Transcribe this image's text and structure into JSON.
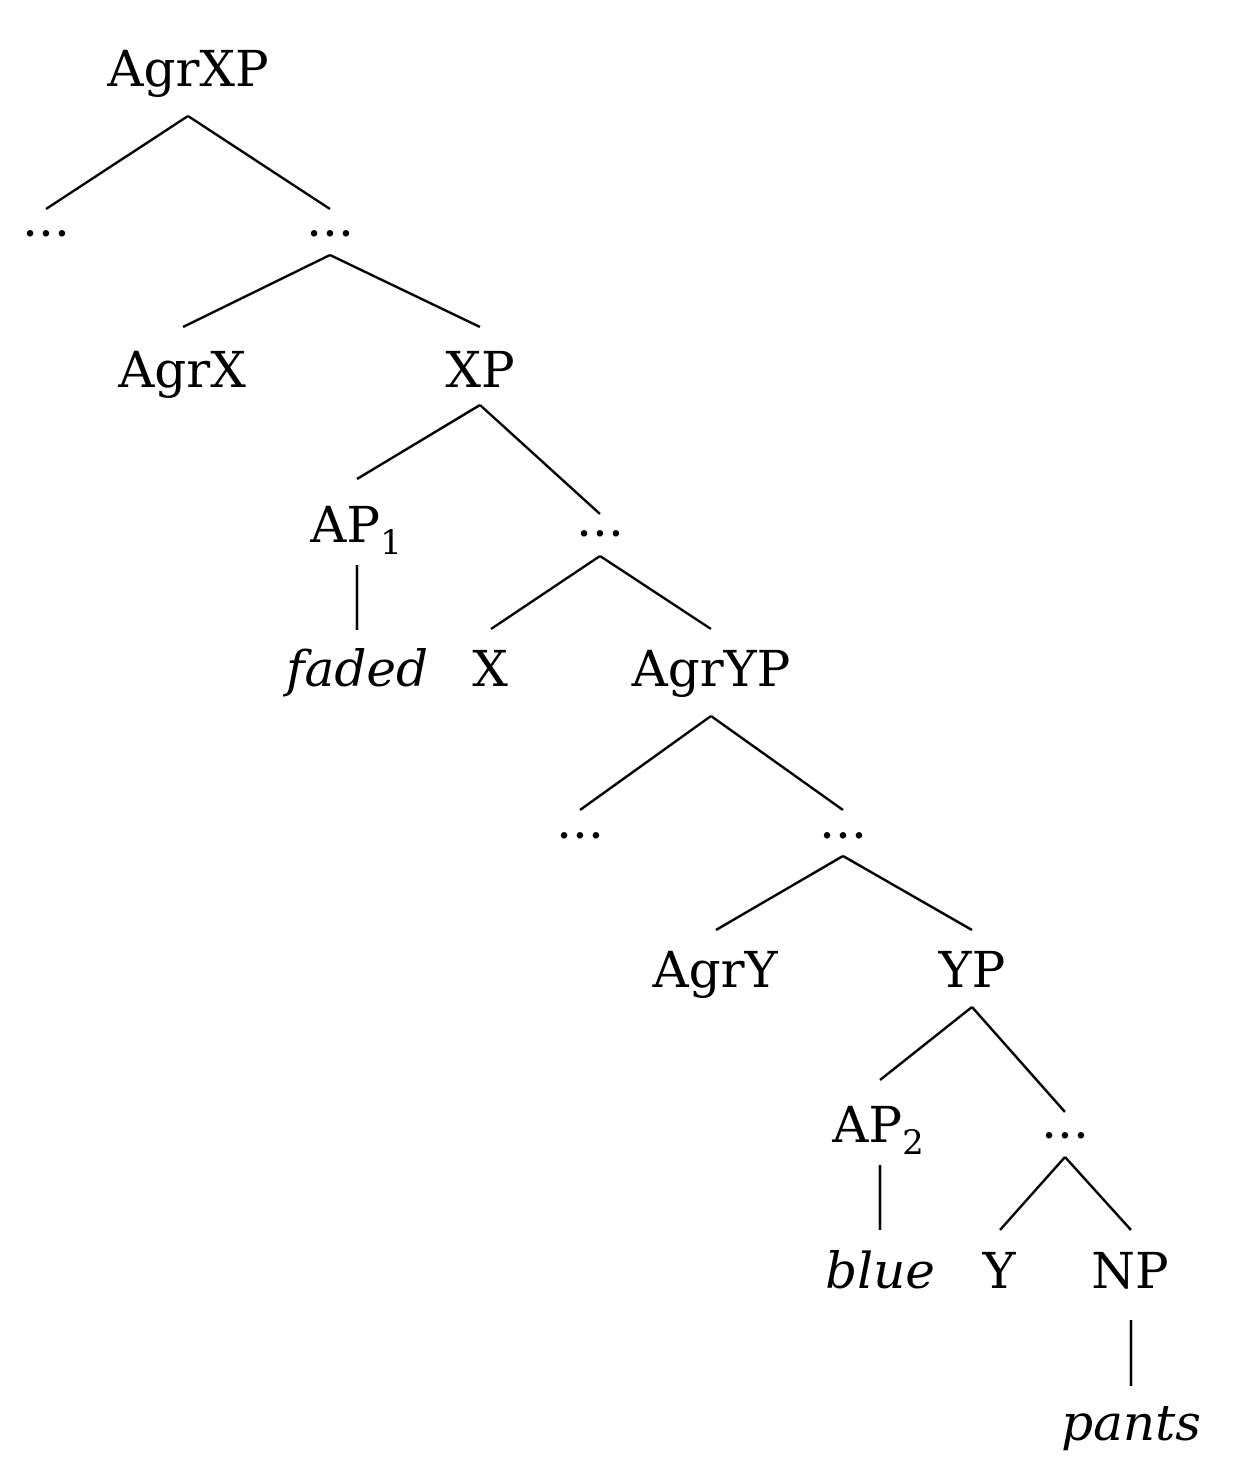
{
  "tree": {
    "nodes": [
      {
        "id": "agrxp",
        "label": "AgrXP",
        "italic": false
      },
      {
        "id": "dots1",
        "label": "...",
        "italic": false
      },
      {
        "id": "dots2",
        "label": "...",
        "italic": false
      },
      {
        "id": "agrx",
        "label": "AgrX",
        "italic": false
      },
      {
        "id": "xp",
        "label": "XP",
        "italic": false
      },
      {
        "id": "ap1",
        "label": "AP",
        "sub": "1",
        "italic": false
      },
      {
        "id": "dots3",
        "label": "...",
        "italic": false
      },
      {
        "id": "faded",
        "label": "faded",
        "italic": true
      },
      {
        "id": "x",
        "label": "X",
        "italic": false
      },
      {
        "id": "agryp",
        "label": "AgrYP",
        "italic": false
      },
      {
        "id": "dots4",
        "label": "...",
        "italic": false
      },
      {
        "id": "dots5",
        "label": "...",
        "italic": false
      },
      {
        "id": "agry",
        "label": "AgrY",
        "italic": false
      },
      {
        "id": "yp",
        "label": "YP",
        "italic": false
      },
      {
        "id": "ap2",
        "label": "AP",
        "sub": "2",
        "italic": false
      },
      {
        "id": "dots6",
        "label": "...",
        "italic": false
      },
      {
        "id": "blue",
        "label": "blue",
        "italic": true
      },
      {
        "id": "y",
        "label": "Y",
        "italic": false
      },
      {
        "id": "np",
        "label": "NP",
        "italic": false
      },
      {
        "id": "pants",
        "label": "pants",
        "italic": true
      }
    ],
    "edges": [
      [
        "agrxp",
        "dots1"
      ],
      [
        "agrxp",
        "dots2"
      ],
      [
        "dots2",
        "agrx"
      ],
      [
        "dots2",
        "xp"
      ],
      [
        "xp",
        "ap1"
      ],
      [
        "xp",
        "dots3"
      ],
      [
        "ap1",
        "faded"
      ],
      [
        "dots3",
        "x"
      ],
      [
        "dots3",
        "agryp"
      ],
      [
        "agryp",
        "dots4"
      ],
      [
        "agryp",
        "dots5"
      ],
      [
        "dots5",
        "agry"
      ],
      [
        "dots5",
        "yp"
      ],
      [
        "yp",
        "ap2"
      ],
      [
        "yp",
        "dots6"
      ],
      [
        "ap2",
        "blue"
      ],
      [
        "dots6",
        "y"
      ],
      [
        "dots6",
        "np"
      ],
      [
        "np",
        "pants"
      ]
    ]
  }
}
